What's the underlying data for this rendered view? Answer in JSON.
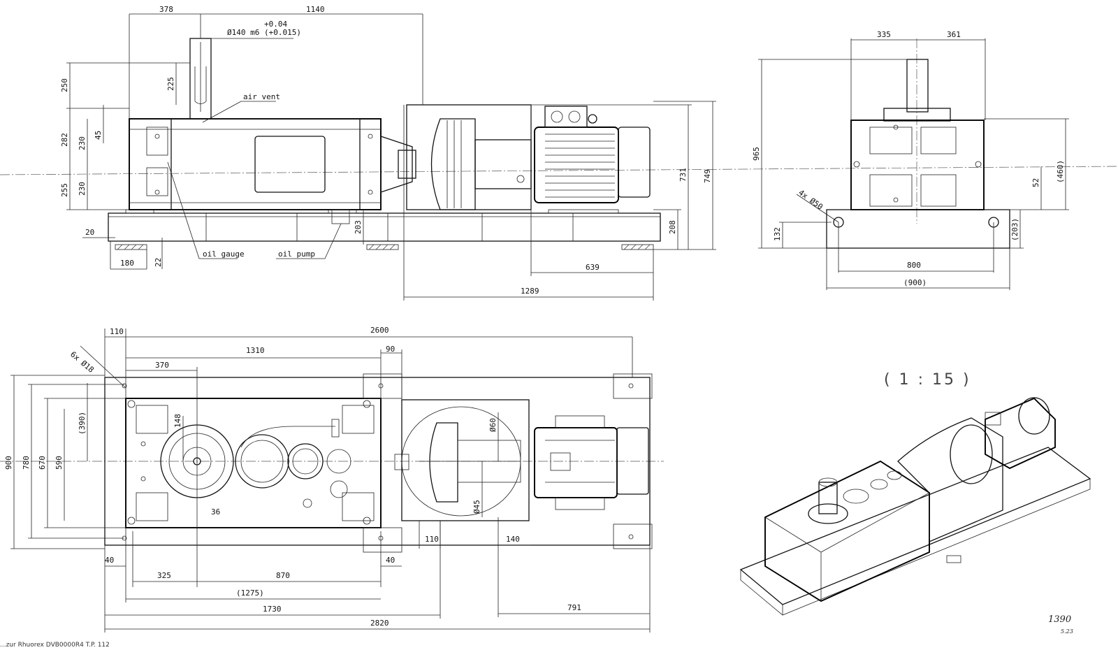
{
  "front_view": {
    "dims": {
      "d378": "378",
      "d1140": "1140",
      "tol_upper": "+0.04",
      "shaft": "Ø140 m6 (+0.015)",
      "d250": "250",
      "d225": "225",
      "d282": "282",
      "d230a": "230",
      "d45": "45",
      "d255": "255",
      "d230b": "230",
      "d20": "20",
      "d180": "180",
      "d22": "22",
      "d203": "203",
      "d208": "208",
      "d731": "731",
      "d749": "749",
      "d639": "639",
      "d1289": "1289"
    },
    "labels": {
      "air_vent": "air vent",
      "oil_gauge": "oil gauge",
      "oil_pump": "oil pump"
    }
  },
  "side_view": {
    "dims": {
      "d335": "335",
      "d361": "361",
      "d965": "965",
      "holes": "4x Ø50",
      "d460": "(460)",
      "d52": "52",
      "d132": "132",
      "d203p": "(203)",
      "d800": "800",
      "d900": "(900)"
    }
  },
  "top_view": {
    "dims": {
      "d110a": "110",
      "d2600": "2600",
      "d1310": "1310",
      "d90": "90",
      "holes": "6x Ø18",
      "d370": "370",
      "d390": "(390)",
      "d148": "148",
      "d900v": "900",
      "d780": "780",
      "d670": "670",
      "d590": "590",
      "d60": "Ø60",
      "d45": "Ø45",
      "d36": "36",
      "d40a": "40",
      "d40b": "40",
      "d110b": "110",
      "d140": "140",
      "d325": "325",
      "d870": "870",
      "d1275": "(1275)",
      "d1730": "1730",
      "d791": "791",
      "d2820": "2820"
    }
  },
  "scale_note": "( 1 : 15 )",
  "handwritten": {
    "number": "1390",
    "sub": "5.23"
  },
  "footer_text": "...zur Rhuorex DVB0000R4 T.P. 112"
}
